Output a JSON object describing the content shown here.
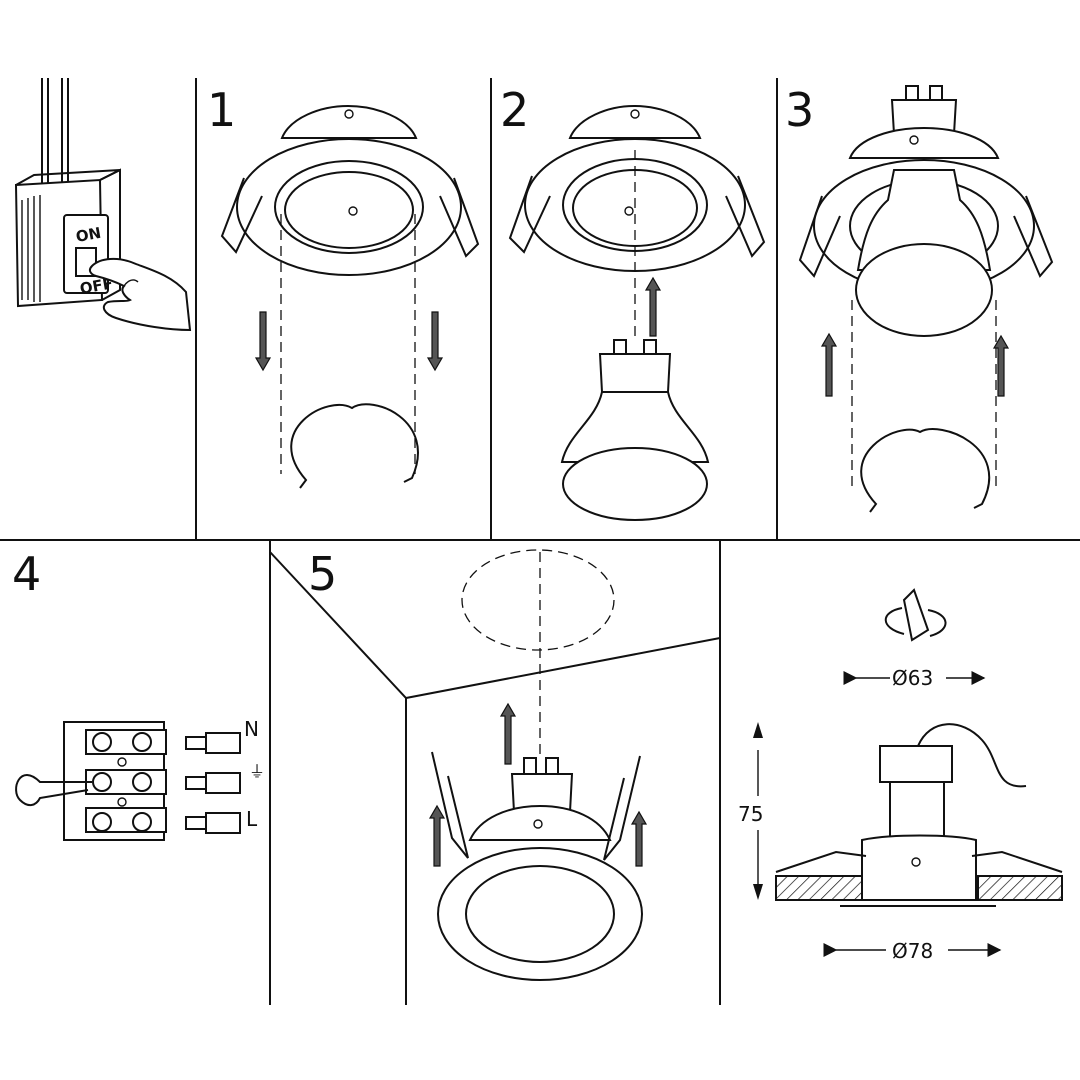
{
  "steps": {
    "step1": "1",
    "step2": "2",
    "step3": "3",
    "step4": "4",
    "step5": "5"
  },
  "switch_labels": {
    "on": "ON",
    "off": "OFF"
  },
  "terminal_labels": {
    "neutral": "N",
    "ground": "⏚",
    "live": "L"
  },
  "dimensions": {
    "cutout": "Ø63",
    "height": "75",
    "outer": "Ø78"
  }
}
